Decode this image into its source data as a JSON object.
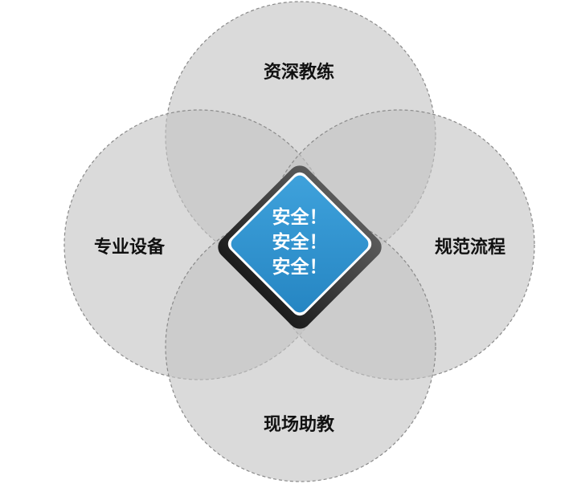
{
  "diagram": {
    "top_label": "资深教练",
    "left_label": "专业设备",
    "right_label": "规范流程",
    "bottom_label": "现场助教",
    "center_lines": [
      "安全！",
      "安全！",
      "安全！"
    ]
  },
  "colors": {
    "circle_fill": "#c4c4c4",
    "circle_stroke": "#8a8a8a",
    "diamond_fill": "#3094d0",
    "diamond_frame": "#4a4a4a",
    "center_text": "#ffffff",
    "label_text": "#111111"
  }
}
